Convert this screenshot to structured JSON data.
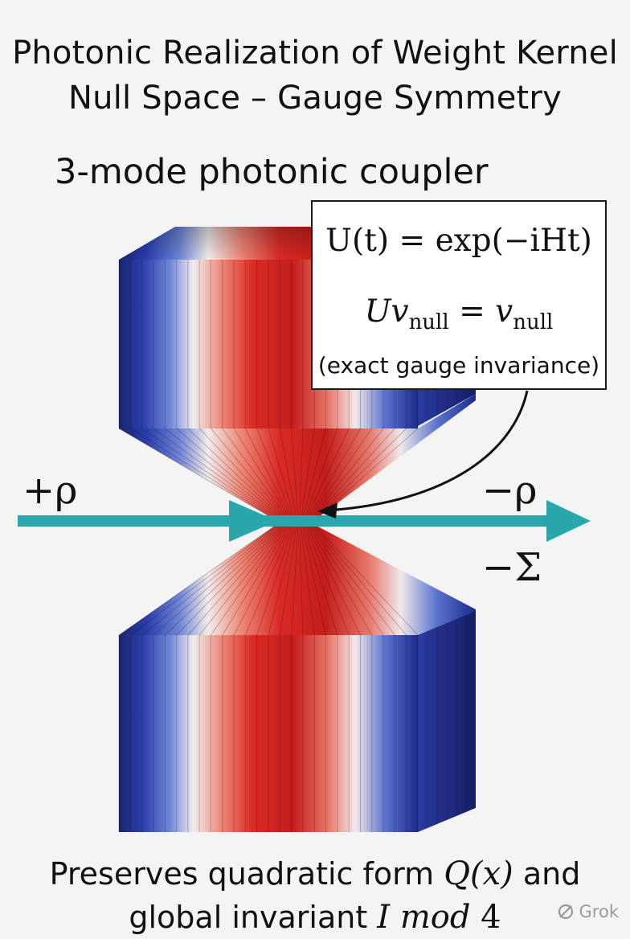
{
  "title_lines": [
    "Photonic Realization of Weight Kernel",
    "Null Space – Gauge Symmetry"
  ],
  "subtitle": "3-mode photonic coupler",
  "equations": {
    "unitary": "U(t) = exp(−iHt)",
    "null_lhs": "Uv",
    "null_sub": "null",
    "null_eq": " = v",
    "null_sub2": "null",
    "note": "(exact gauge invariance)"
  },
  "labels": {
    "input": "+ρ",
    "output": "−ρ",
    "sigma": "−Σ"
  },
  "footer": {
    "line1_text": "Preserves quadratic form ",
    "line1_math": "Q(x)",
    "line1_end": " and",
    "line2_text": "global invariant ",
    "line2_math": "I mod",
    "line2_num": " 4"
  },
  "watermark": "Grok",
  "colors": {
    "blue": "#1f2f9e",
    "red": "#d62a24",
    "white": "#f5f0ee",
    "arrow": "#2aa7ad",
    "background": "#f4f4f4"
  }
}
